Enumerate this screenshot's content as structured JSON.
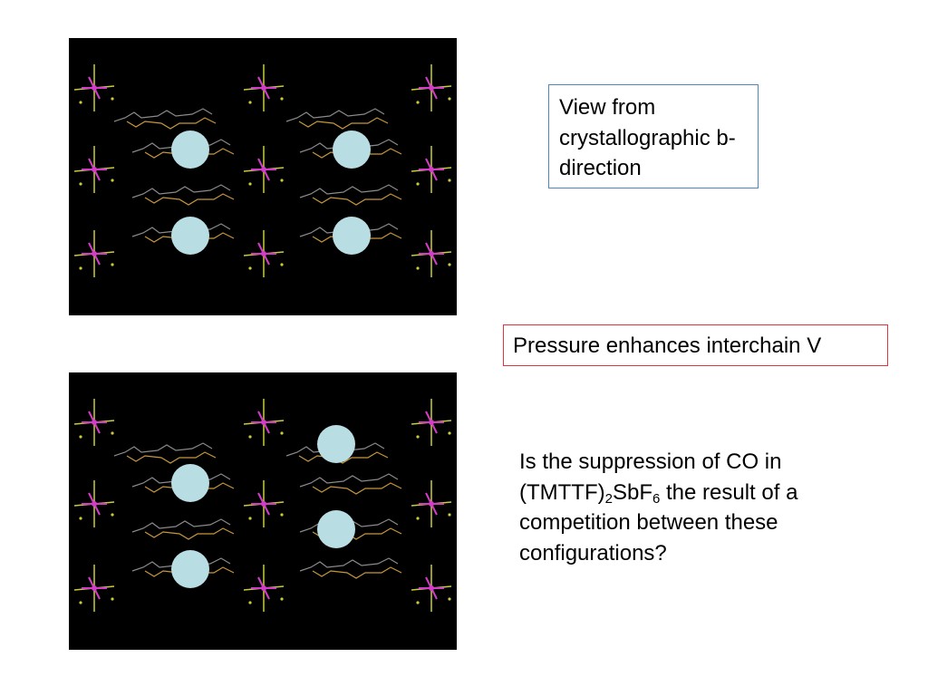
{
  "slide": {
    "view_label": "View from crystallographic b-direction",
    "pressure_label": "Pressure enhances interchain V",
    "question": {
      "part1": "Is the suppression of CO in (TMTTF)",
      "sub1": "2",
      "part2": "SbF",
      "sub2": "6",
      "part3": " the result of a competition between these configurations?"
    }
  },
  "colors": {
    "panel_bg": "#000000",
    "charge_circle": "#b8dde2",
    "anion_center": "#d23cc8",
    "anion_arm": "#c8cc3a",
    "molecule_carbon": "#8a8a8a",
    "molecule_sulfur": "#c8963c",
    "view_box_border": "#4a86c8",
    "pressure_box_border": "#e0353b"
  }
}
